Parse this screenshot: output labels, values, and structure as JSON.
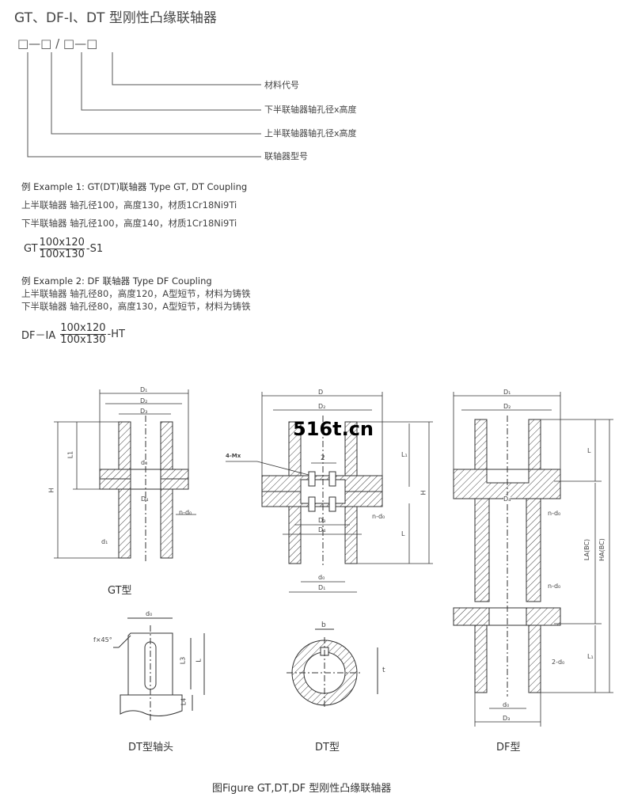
{
  "title": "GT、DF-Ⅰ、DT  型刚性凸缘联轴器",
  "code_pattern": "□—□ / □—□",
  "legend": {
    "material": "材料代号",
    "lower_half": "下半联轴器轴孔径x高度",
    "upper_half": "上半联轴器轴孔径x高度",
    "model": "联轴器型号"
  },
  "example1": {
    "heading": "例 Example 1: GT(DT)联轴器 Type GT, DT Coupling",
    "line1": "上半联轴器  轴孔径100，高度130，材质1Cr18Ni9Ti",
    "line2": "下半联轴器  轴孔径100，高度140，材质1Cr18Ni9Ti",
    "formula": {
      "prefix": "GT",
      "numerator": "100x120",
      "denominator": "100x130",
      "suffix": "-S1"
    }
  },
  "example2": {
    "heading": "例 Example 2: DF 联轴器 Type  DF Coupling",
    "line1": "上半联轴器  轴孔径80，高度120，A型短节，材料为铸铁",
    "line2": "下半联轴器  轴孔径80，高度130，A型短节，材料为铸铁",
    "formula": {
      "prefix": "DF－ⅠA",
      "numerator": "100x120",
      "denominator": "100x130",
      "suffix": "-HT"
    }
  },
  "drawings": {
    "gt": {
      "label": "GT型",
      "dims": {
        "D1": "D₁",
        "D2": "D₂",
        "D3": "D₃",
        "D4": "D₄",
        "d0": "d₀",
        "H": "H",
        "L1": "L1",
        "nd": "n-d₀",
        "d1": "d₁"
      }
    },
    "dt": {
      "label": "DT型",
      "dims": {
        "D": "D",
        "D2": "D₂",
        "D3": "D₃",
        "D4": "D₄",
        "d0": "d₀",
        "D1": "D₁",
        "H": "H",
        "L": "L",
        "L1": "L₁",
        "Mx": "4-Mx",
        "two": "2",
        "nd": "n-d₀"
      }
    },
    "df": {
      "label": "DF型",
      "dims": {
        "D1": "D₁",
        "D2": "D₂",
        "D4": "D₄",
        "d0": "d₀",
        "D3": "D₃",
        "L": "L",
        "L1": "L₁",
        "LA": "LA(BC)",
        "HA": "HA(BC)",
        "nd1": "n-d₀",
        "nd2": "n-d₀",
        "twod": "2-d₀"
      }
    },
    "dt_shaft": {
      "label": "DT型轴头",
      "dims": {
        "d0": "d₀",
        "chamfer": "f×45°",
        "L3": "L3",
        "L": "L",
        "L4": "L4"
      }
    },
    "dt_section": {
      "label": "DT型",
      "dims": {
        "b": "b",
        "t": "t"
      }
    }
  },
  "watermark": "516t.cn",
  "caption": "图Figure   GT,DT,DF 型刚性凸缘联轴器"
}
